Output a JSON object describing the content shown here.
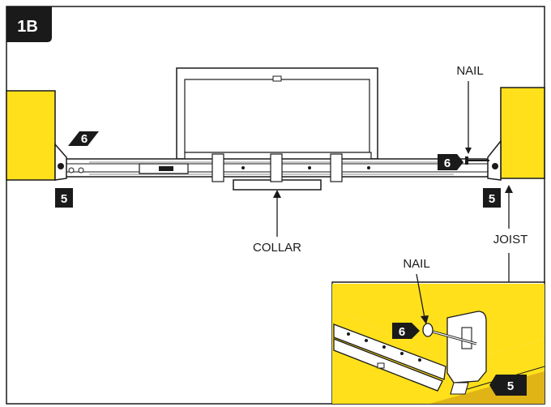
{
  "step": "1B",
  "labels": {
    "nail_top": "NAIL",
    "collar": "COLLAR",
    "joist": "JOIST",
    "nail_inset": "NAIL"
  },
  "badges": {
    "left_upper": "6",
    "left_lower": "5",
    "right_upper": "6",
    "right_lower": "5",
    "inset_upper": "6",
    "inset_lower": "5"
  },
  "colors": {
    "joist_yellow": "#FFE01B",
    "outline": "#1a1a1a",
    "badge_bg": "#1a1a1a"
  }
}
